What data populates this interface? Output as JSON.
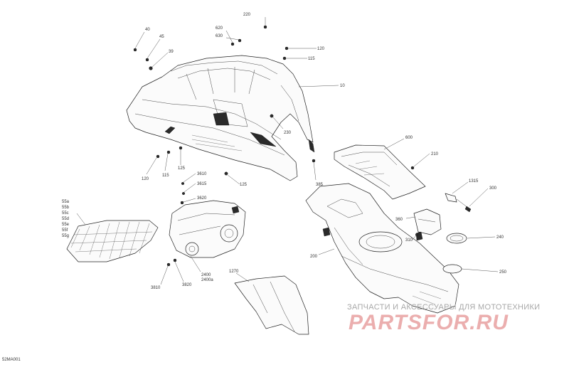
{
  "diagram_code": "52MA001",
  "watermark": {
    "caption": "ЗАПЧАСТИ И АКСЕССУАРЫ ДЛЯ МОТОТЕХНИКИ",
    "logo": "PARTSFOR.RU"
  },
  "callouts": [
    "220",
    "40",
    "45",
    "620",
    "630",
    "39",
    "120",
    "115",
    "10",
    "230",
    "120",
    "115",
    "125",
    "385",
    "600",
    "210",
    "3610",
    "3615",
    "3620",
    "125",
    "1315",
    "300",
    "360",
    "310",
    "240",
    "55a",
    "55b",
    "55c",
    "55d",
    "55e",
    "55f",
    "55g",
    "200",
    "2400",
    "2400a",
    "1270",
    "3810",
    "3820",
    "250"
  ]
}
